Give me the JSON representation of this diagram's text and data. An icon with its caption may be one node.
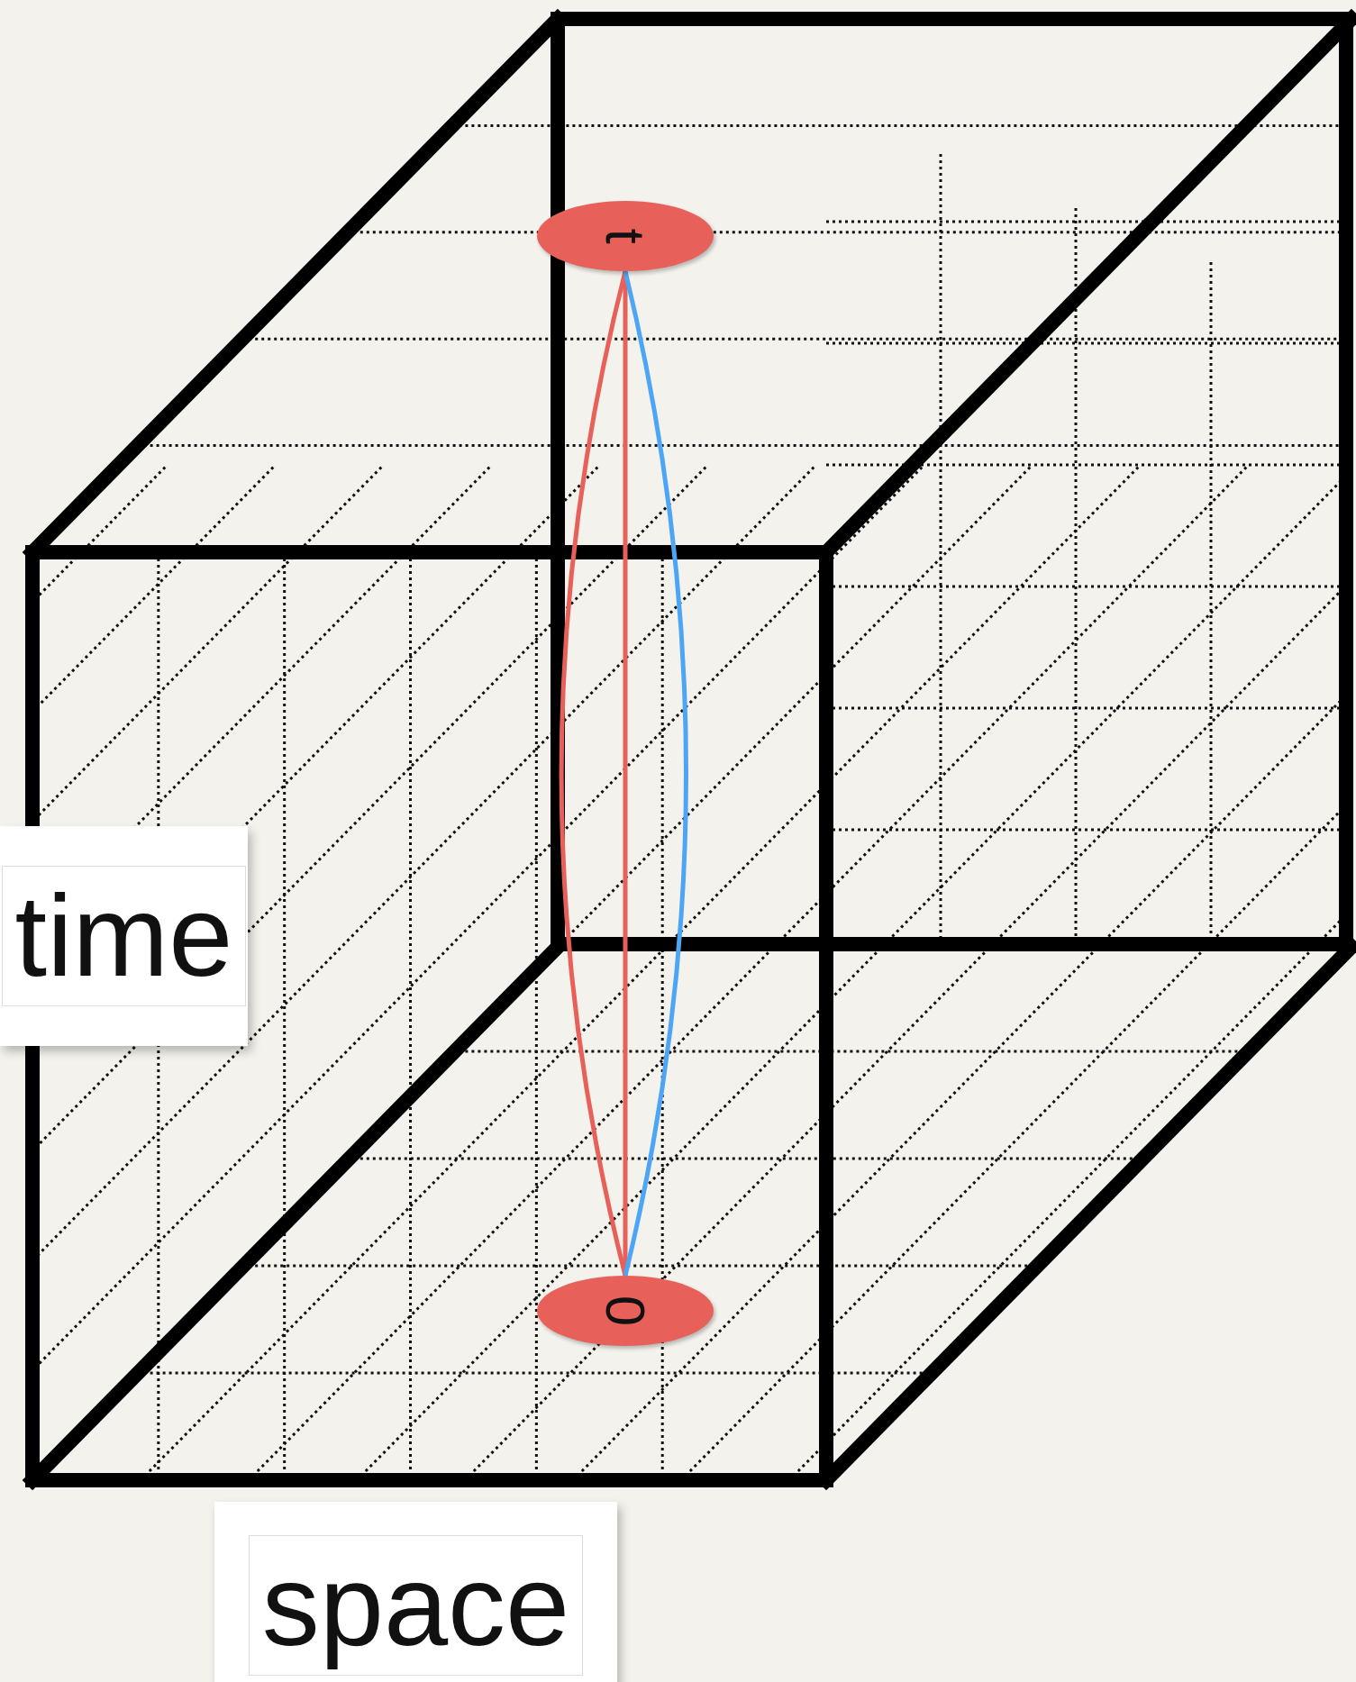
{
  "diagram": {
    "nodes": [
      {
        "text": [
          "t"
        ]
      },
      {
        "text": [
          "0"
        ]
      }
    ],
    "edges": [
      {
        "from": 1,
        "to": 0,
        "arrow": "none"
      },
      {
        "from": 1,
        "to": 0,
        "arrow": "none"
      },
      {
        "from": 1,
        "to": 0,
        "arrow": "none",
        "color": "#4da6f5"
      }
    ],
    "labels": [
      "time",
      "space"
    ]
  }
}
